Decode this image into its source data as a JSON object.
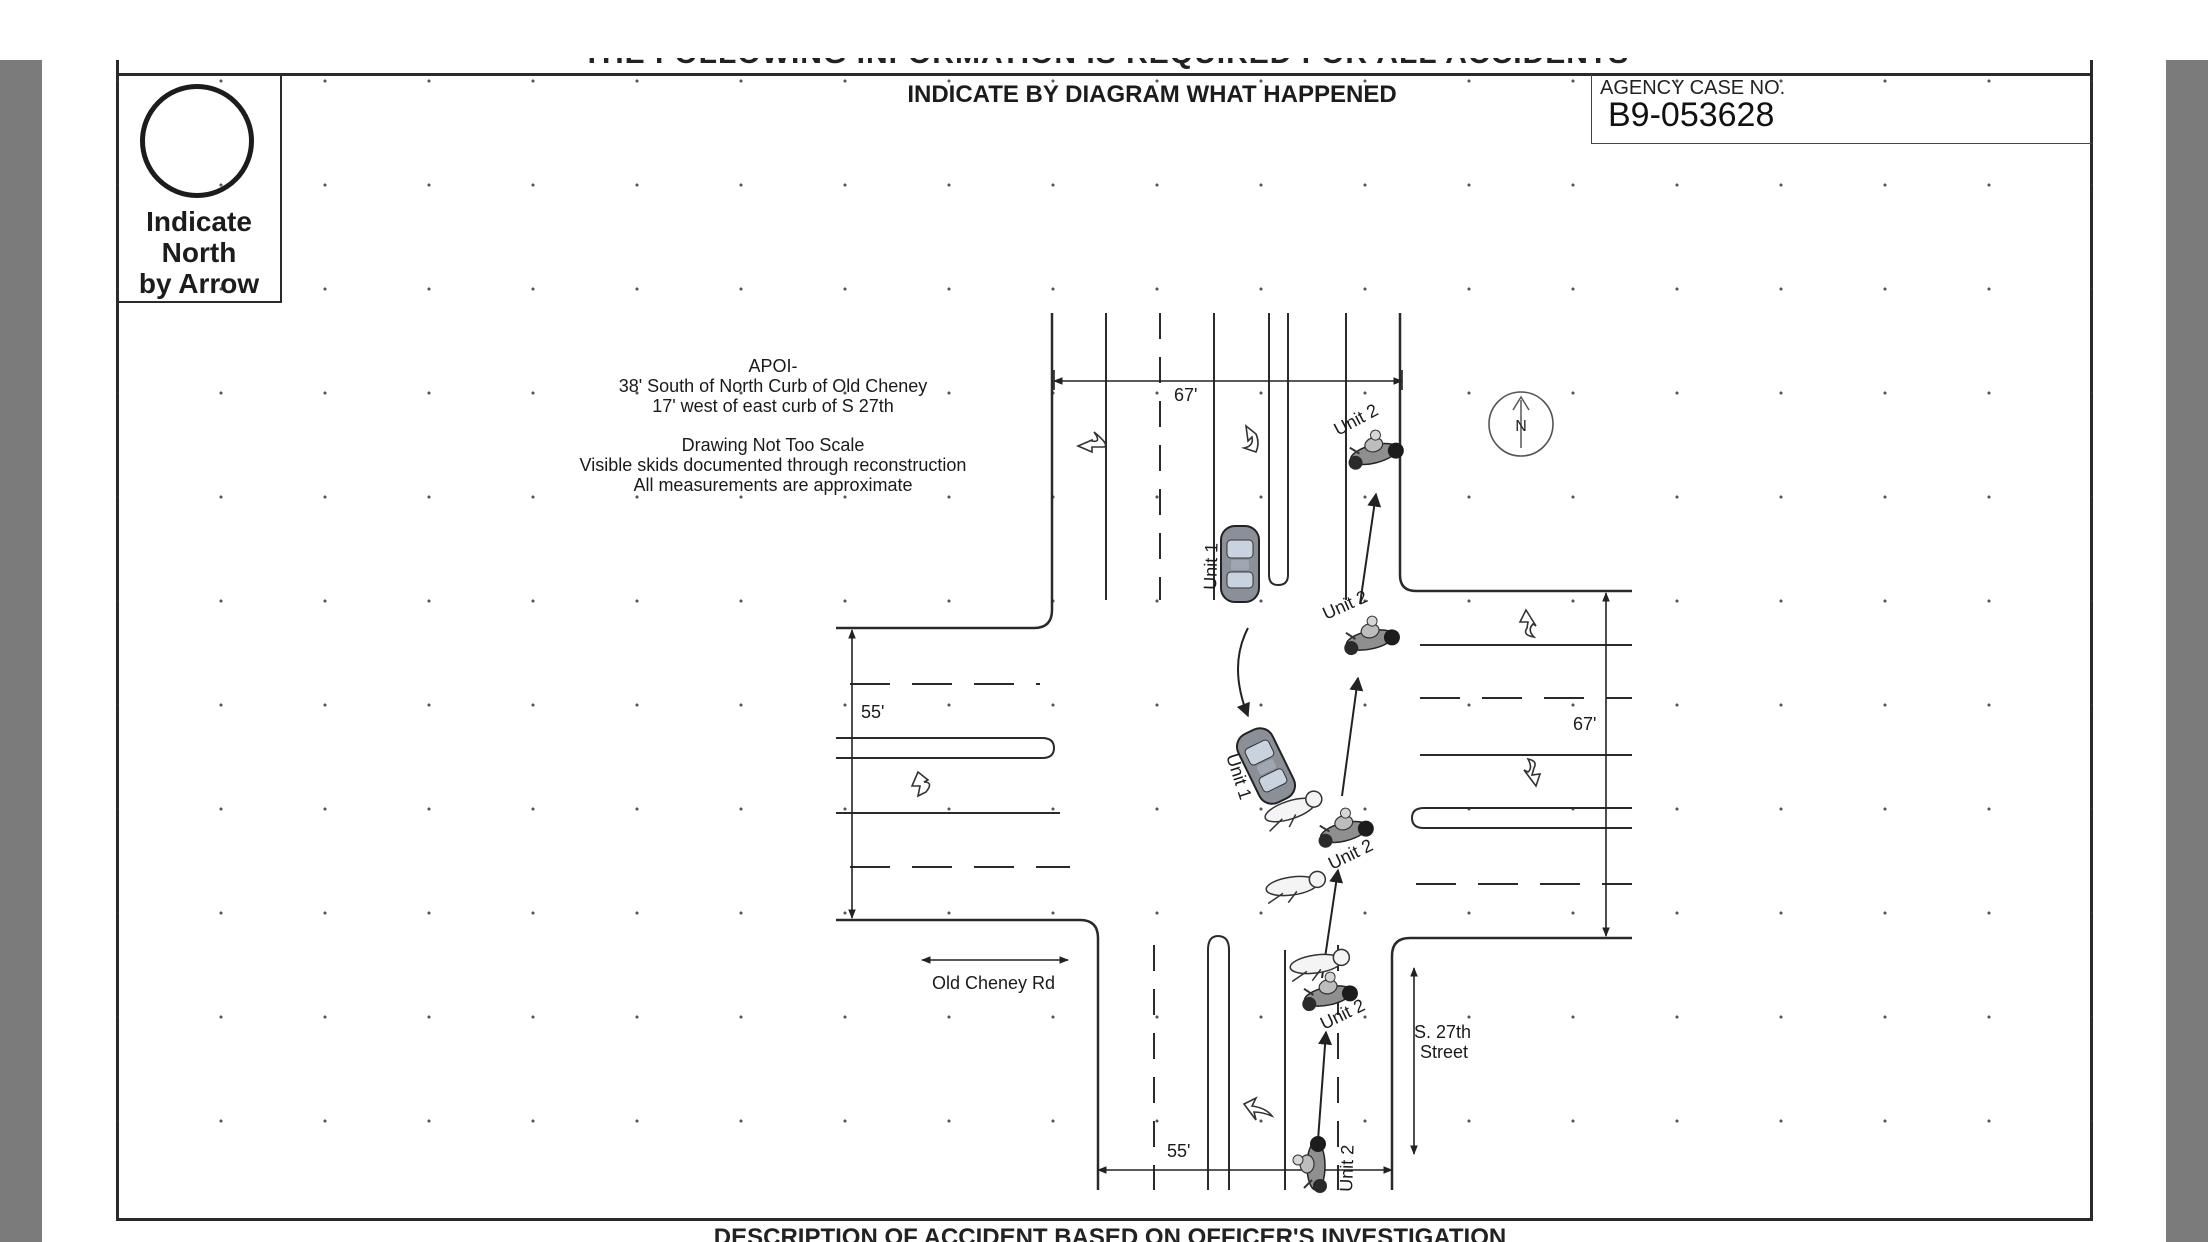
{
  "form": {
    "cut_heading": "THE FOLLOWING INFORMATION IS REQUIRED FOR ALL ACCIDENTS",
    "diagram_title": "INDICATE BY DIAGRAM WHAT HAPPENED",
    "north_label_lines": [
      "Indicate",
      "North",
      "by Arrow"
    ],
    "case_label": "AGENCY CASE NO.",
    "case_number": "B9-053628",
    "footer_heading": "DESCRIPTION OF ACCIDENT BASED ON OFFICER'S INVESTIGATION"
  },
  "diagram": {
    "notes": {
      "apoi_title": "APOI-",
      "apoi_line1": "38' South of North Curb of Old Cheney",
      "apoi_line2": "17' west of east curb of S 27th",
      "scale_note": "Drawing Not Too Scale",
      "skids_note": "Visible skids documented through reconstruction",
      "measure_note": "All measurements are approximate"
    },
    "compass_letter": "N",
    "measurements": {
      "north_width": "67'",
      "west_width": "55'",
      "east_width": "67'",
      "south_width": "55'"
    },
    "street_labels": {
      "east_west_street": "Old Cheney Rd",
      "north_south_line1": "S. 27th",
      "north_south_line2": "Street"
    },
    "units": {
      "unit1": "Unit 1",
      "unit2": "Unit 2"
    }
  }
}
